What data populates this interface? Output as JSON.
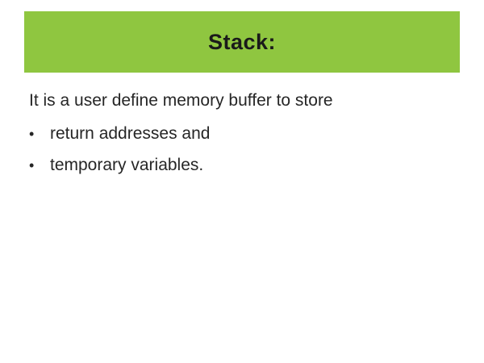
{
  "slide": {
    "title": "Stack:",
    "intro": "It is a user define memory buffer to store",
    "bullets": [
      "return addresses and",
      "temporary variables."
    ],
    "bullet_marker": "•",
    "colors": {
      "header_background": "#8fc640",
      "title_text": "#1a1a1a",
      "body_text": "#262626",
      "slide_background": "#ffffff"
    }
  }
}
